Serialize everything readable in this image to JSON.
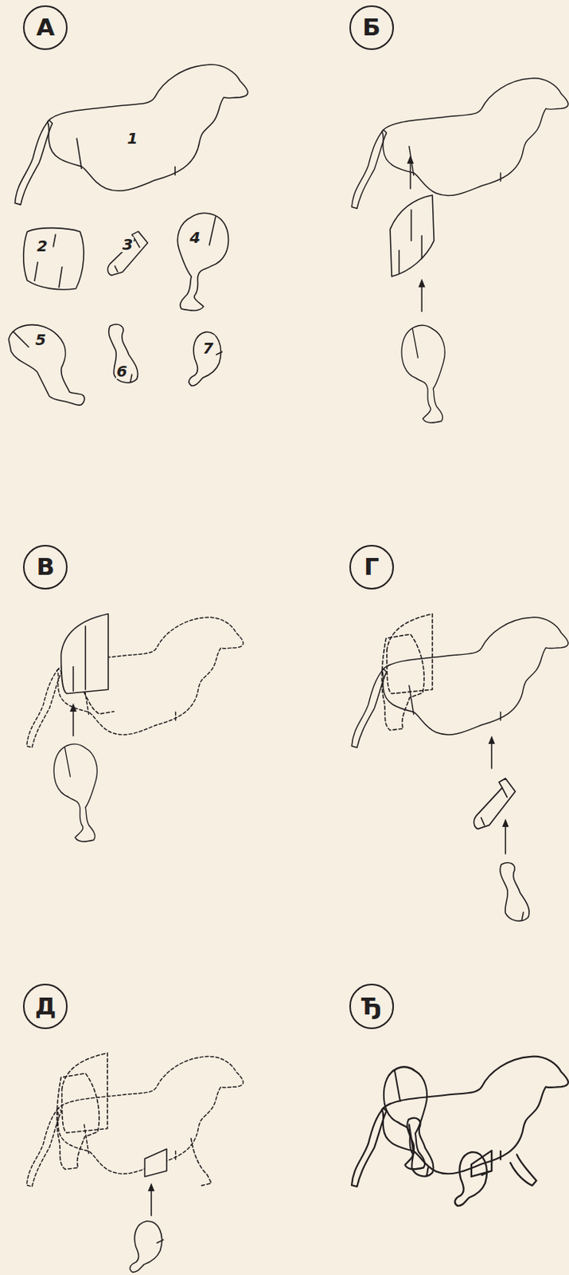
{
  "diagram": {
    "nodes": [
      {
        "text": [
          "А"
        ]
      },
      {
        "text": [
          "1"
        ]
      },
      {
        "text": [
          "2"
        ]
      },
      {
        "text": [
          "3"
        ]
      },
      {
        "text": [
          "4"
        ]
      },
      {
        "text": [
          "5"
        ]
      },
      {
        "text": [
          "6"
        ]
      },
      {
        "text": [
          "7"
        ]
      },
      {
        "text": [
          "Б"
        ]
      },
      {
        "text": [
          "В"
        ]
      },
      {
        "text": [
          "Г"
        ]
      },
      {
        "text": [
          "Д"
        ]
      },
      {
        "text": [
          "Ђ"
        ]
      }
    ]
  }
}
